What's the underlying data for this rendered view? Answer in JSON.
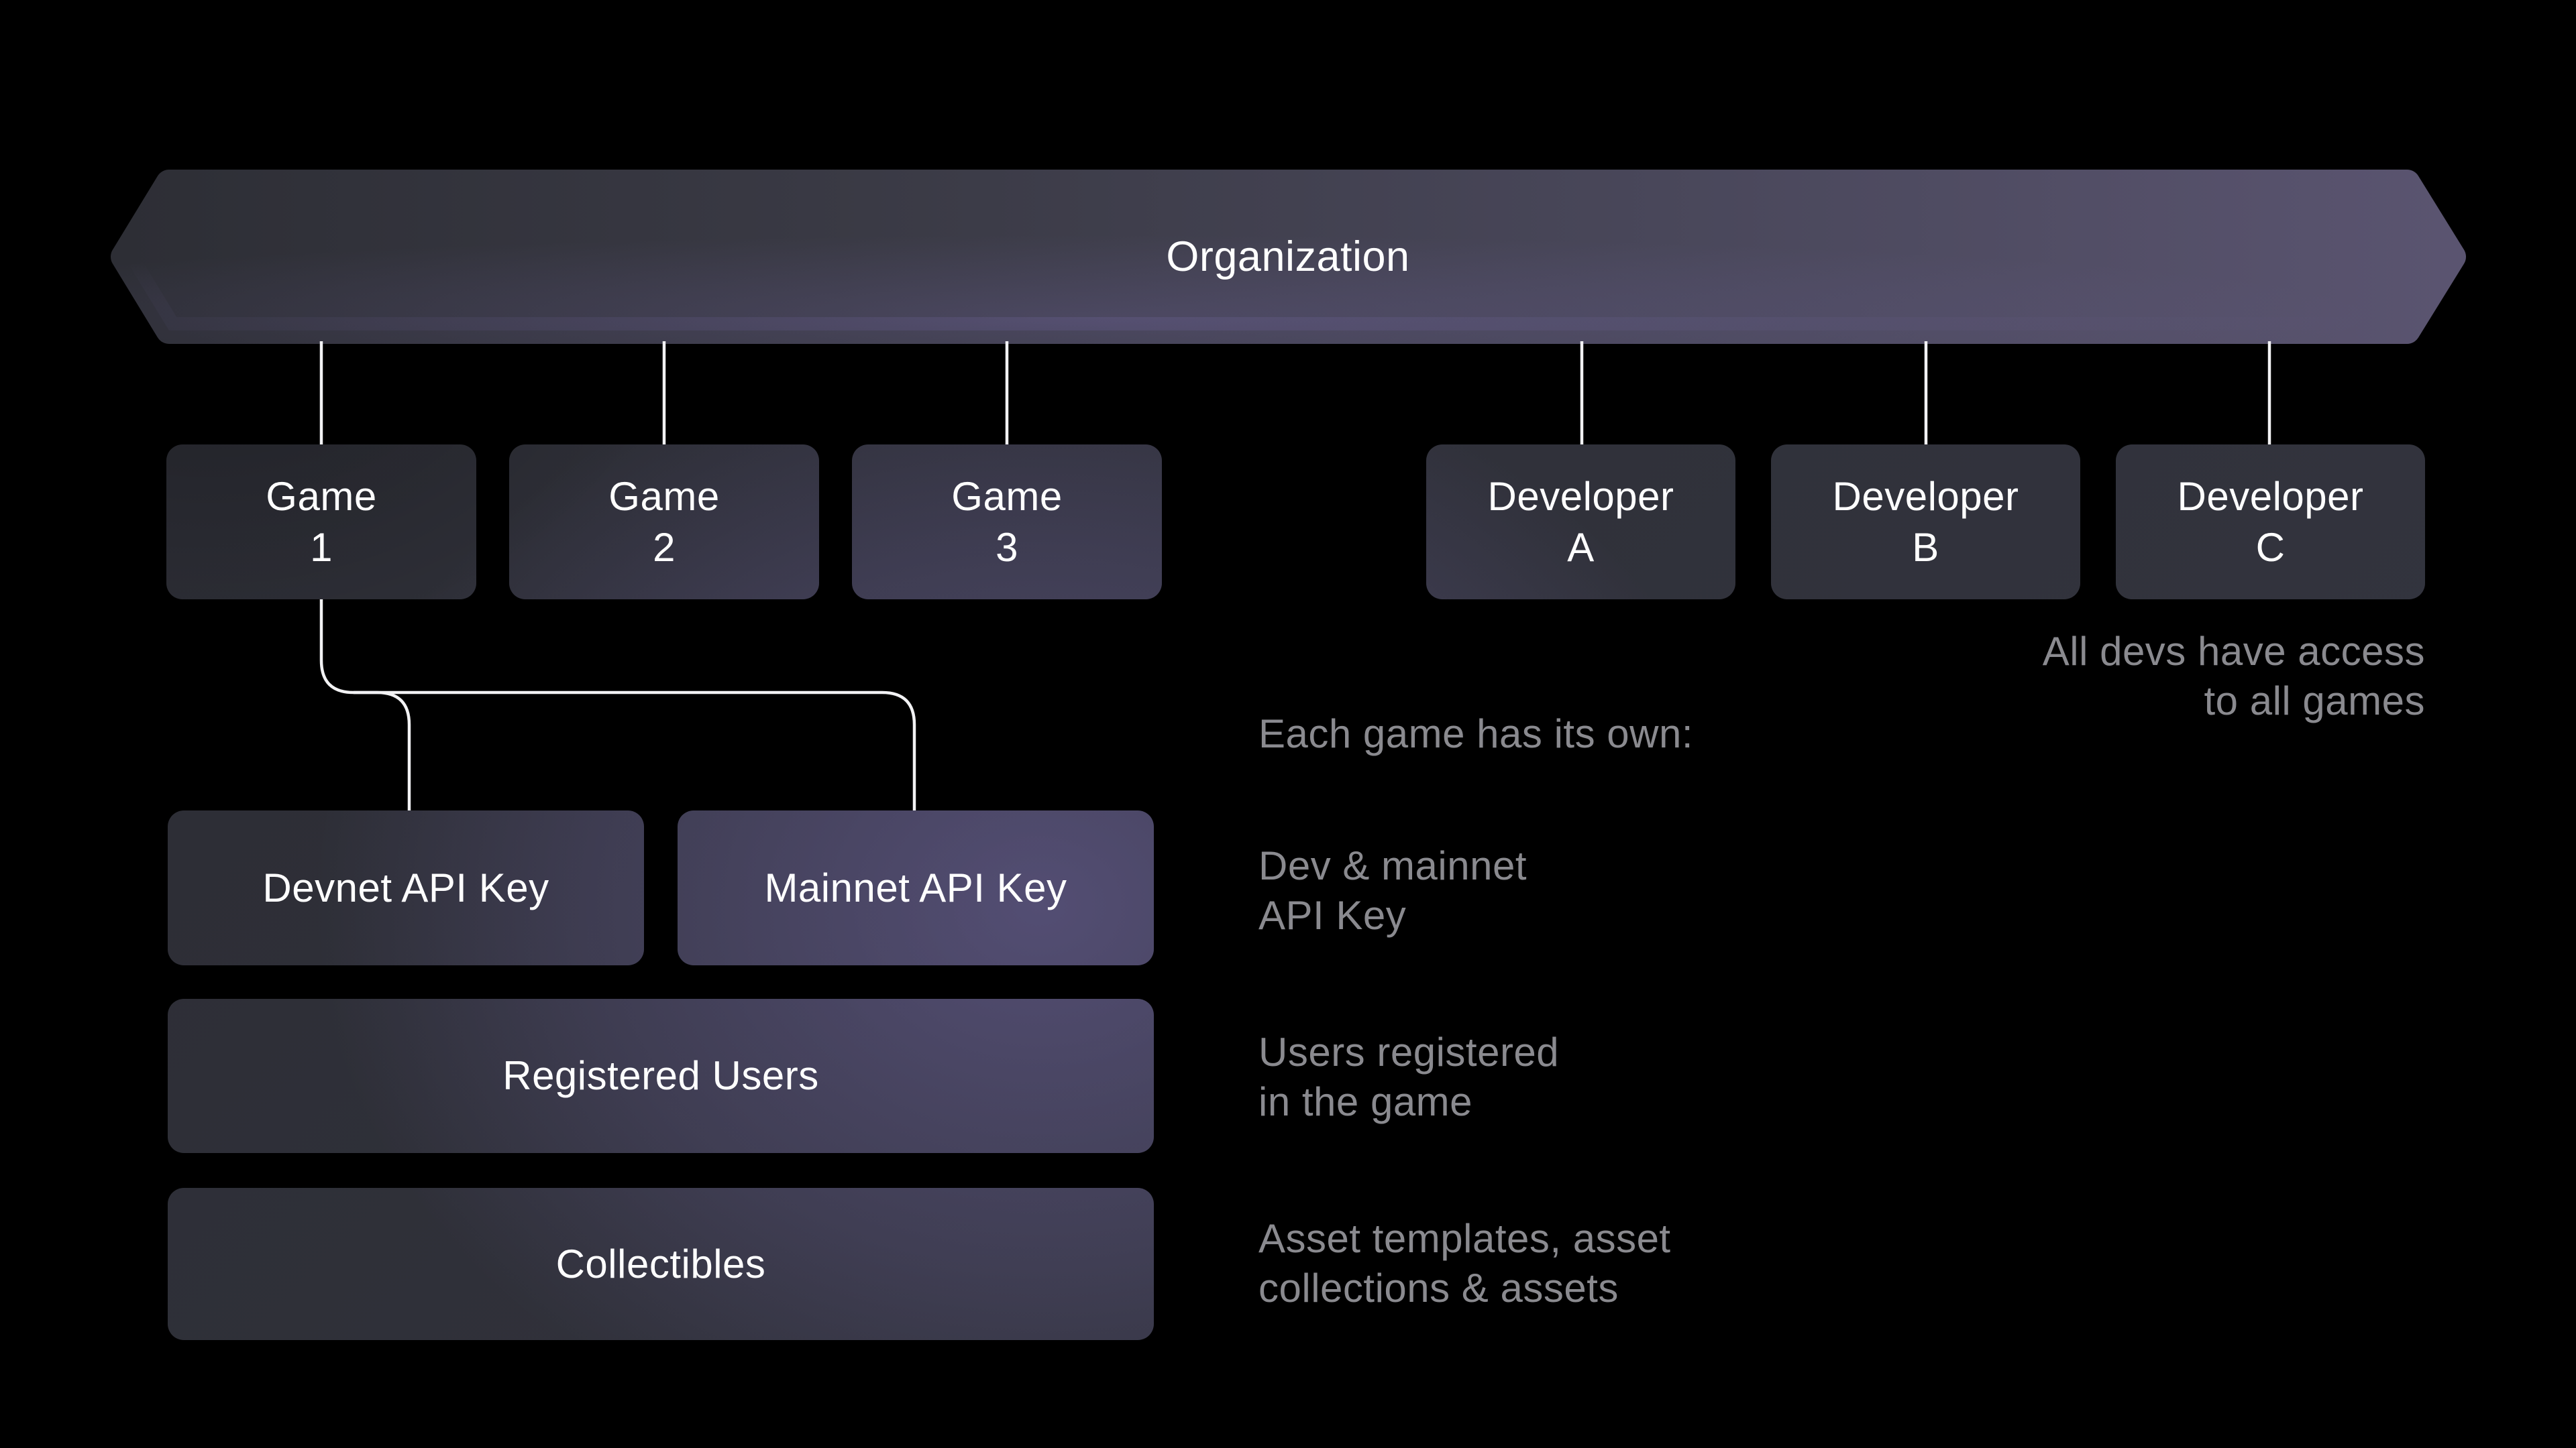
{
  "palette": {
    "background": "#000000",
    "box_text": "#ffffff",
    "annotation_text": "#8a8a8f",
    "connector_line": "#f2f2f4",
    "box_dark": "#2d2e36",
    "box_purple": "#4e4a60",
    "banner_gradient": [
      "#2d2e35",
      "#3a3a45",
      "#49475a",
      "#5a5470"
    ]
  },
  "banner": {
    "title": "Organization"
  },
  "top_row": {
    "games": [
      {
        "line1": "Game",
        "line2": "1"
      },
      {
        "line1": "Game",
        "line2": "2"
      },
      {
        "line1": "Game",
        "line2": "3"
      }
    ],
    "developers": [
      {
        "line1": "Developer",
        "line2": "A"
      },
      {
        "line1": "Developer",
        "line2": "B"
      },
      {
        "line1": "Developer",
        "line2": "C"
      }
    ]
  },
  "game_resources": {
    "devnet_api_key": "Devnet API Key",
    "mainnet_api_key": "Mainnet API Key",
    "registered_users": "Registered Users",
    "collectibles": "Collectibles"
  },
  "annotations": {
    "devs_access": [
      "All devs have access",
      "to all games"
    ],
    "each_game_heading": "Each game has its own:",
    "api_key": [
      "Dev & mainnet",
      "API Key"
    ],
    "registered_users": [
      "Users registered",
      "in the game"
    ],
    "collectibles": [
      "Asset templates, asset",
      "collections & assets"
    ]
  }
}
